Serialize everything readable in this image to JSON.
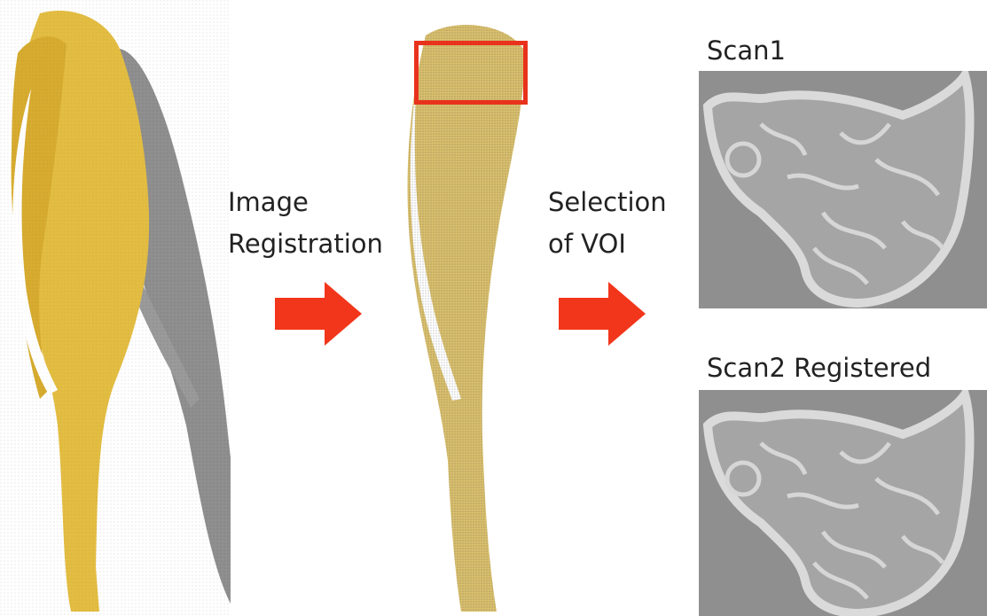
{
  "step1": {
    "line1": "Image",
    "line2": "Registration"
  },
  "step2": {
    "line1": "Selection",
    "line2": "of VOI"
  },
  "panels": {
    "scan1": {
      "title": "Scan1"
    },
    "scan2": {
      "title": "Scan2 Registered"
    }
  },
  "colors": {
    "bone_yellow": "#e6c24a",
    "bone_gray": "#8c8c8c",
    "arrow_red": "#f2361b",
    "highlight_box": "#e8321c",
    "ct_background": "#8f8f8f",
    "ct_bone": "#d8d8d8"
  },
  "icons": [
    "right-arrow-icon",
    "right-arrow-icon"
  ]
}
